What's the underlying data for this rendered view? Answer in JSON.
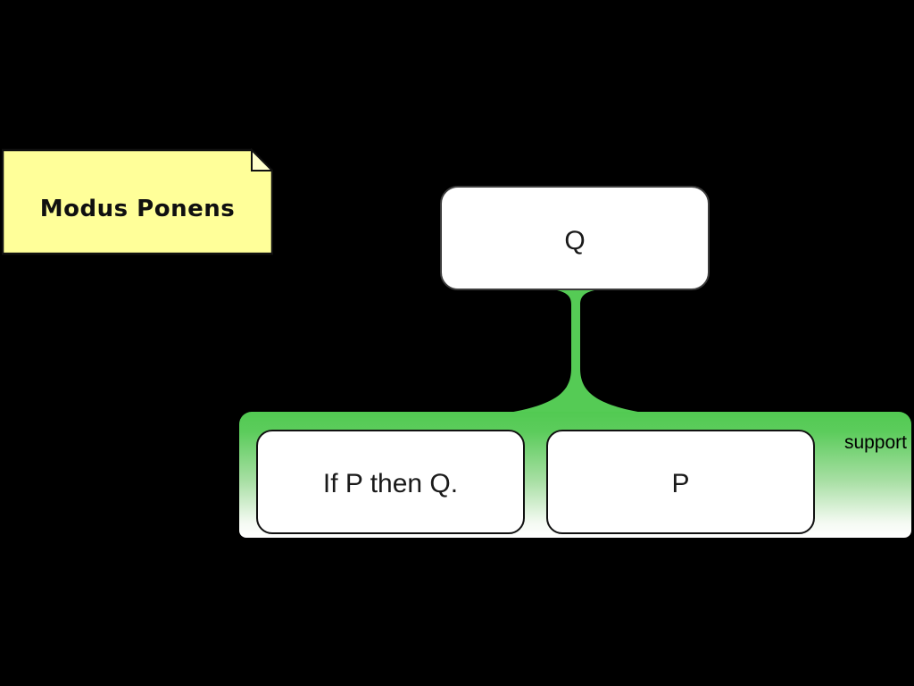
{
  "window": {
    "background_color": "#000000"
  },
  "note": {
    "label": "Modus Ponens",
    "fill_color": "#FFFF99",
    "fold_color": "#FFFFCC"
  },
  "argument_map": {
    "conclusion": {
      "label": "Q"
    },
    "support_group": {
      "type_label": "support",
      "accent_color": "#55CB55",
      "premises": [
        {
          "label": "If P then Q."
        },
        {
          "label": "P"
        }
      ]
    }
  }
}
